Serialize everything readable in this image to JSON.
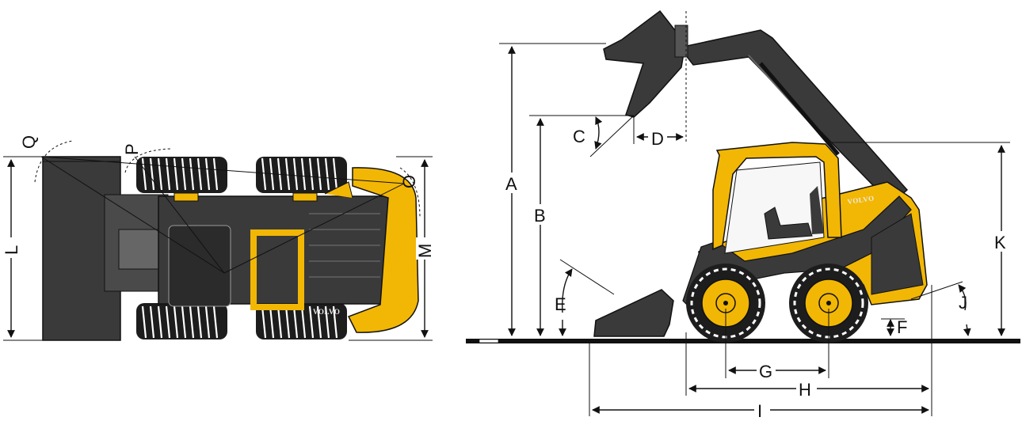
{
  "brand_text": "VOLVO",
  "colors": {
    "machine_yellow": "#f2b705",
    "body_dark": "#3a3a3a",
    "tire_black": "#1d1d1d",
    "line": "#111111"
  },
  "dimension_labels": {
    "A": "A",
    "B": "B",
    "C": "C",
    "D": "D",
    "E": "E",
    "F": "F",
    "G": "G",
    "H": "H",
    "I": "I",
    "J": "J",
    "K": "K",
    "L": "L",
    "M": "M",
    "O": "O",
    "P": "P",
    "Q": "Q"
  }
}
